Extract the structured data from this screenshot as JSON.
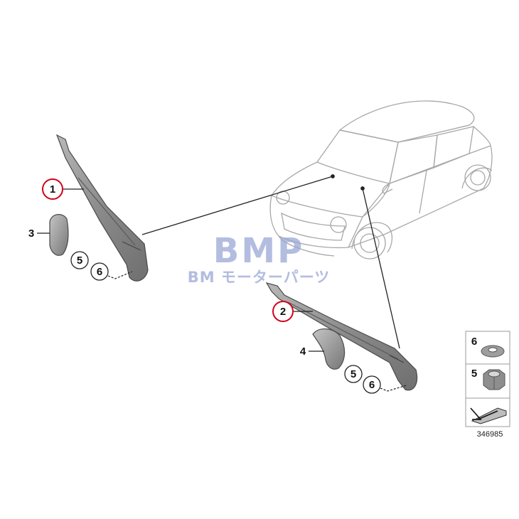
{
  "callouts": {
    "c1": "1",
    "c2": "2",
    "c3": "3",
    "c4": "4",
    "c5a": "5",
    "c6a": "6",
    "c5b": "5",
    "c6b": "6"
  },
  "legend": {
    "item6": "6",
    "item5": "5"
  },
  "watermark": {
    "logo": "BMP",
    "subtitle": "BM モーターパーツ"
  },
  "reference_number": "346985",
  "colors": {
    "highlight_circle": "#d0021b",
    "part_fill": "#8c8c8c",
    "outline": "#333333",
    "watermark": "#9aa7d6"
  }
}
